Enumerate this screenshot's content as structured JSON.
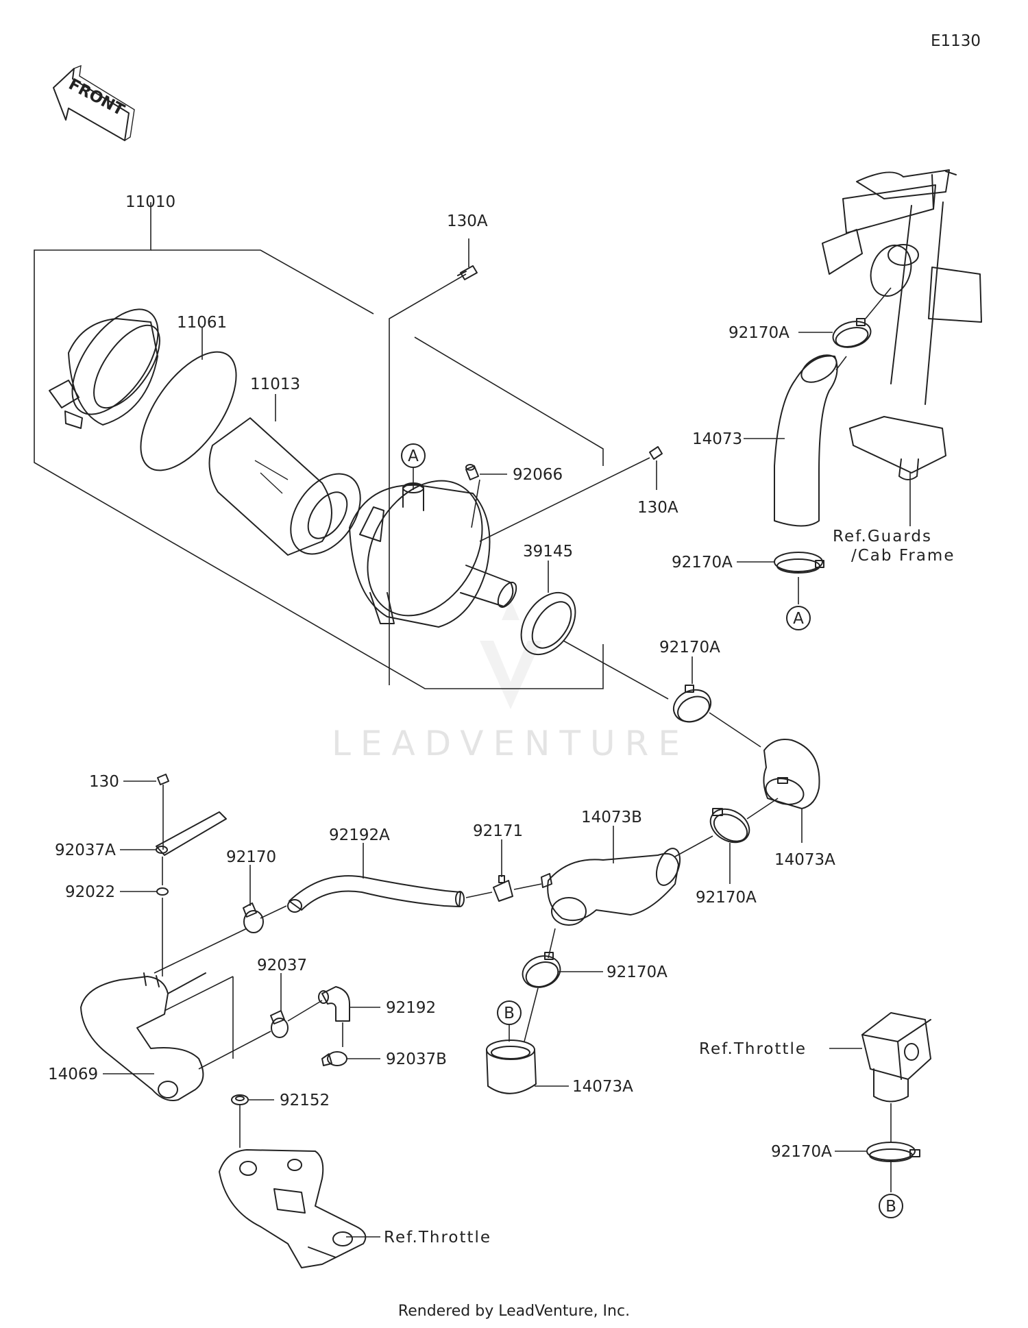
{
  "diagram_code": "E1130",
  "front_label": "FRONT",
  "watermark": "LEADVENTURE",
  "footer": "Rendered by LeadVenture, Inc.",
  "labels": {
    "p11010": "11010",
    "p130A_top": "130A",
    "p11061": "11061",
    "p11013": "11013",
    "p92066": "92066",
    "p130A_right": "130A",
    "p39145": "39145",
    "p92170A_top": "92170A",
    "p14073": "14073",
    "p92170A_mid": "92170A",
    "ref_guards_1": "Ref.Guards",
    "ref_guards_2": "/Cab Frame",
    "p92170A_hose": "92170A",
    "p14073A_elbow": "14073A",
    "p92170A_right": "92170A",
    "p130": "130",
    "p92037A": "92037A",
    "p92022": "92022",
    "p92170": "92170",
    "p92192A": "92192A",
    "p92171": "92171",
    "p14073B": "14073B",
    "p92170A_lower": "92170A",
    "p92037": "92037",
    "p92192": "92192",
    "p92037B": "92037B",
    "p14069": "14069",
    "p92152": "92152",
    "p14073A_lower": "14073A",
    "ref_throttle_right": "Ref.Throttle",
    "p92170A_throttle": "92170A",
    "ref_throttle_bottom": "Ref.Throttle"
  },
  "callouts": {
    "a_top": "A",
    "a_hose": "A",
    "b_left": "B",
    "b_right": "B"
  }
}
